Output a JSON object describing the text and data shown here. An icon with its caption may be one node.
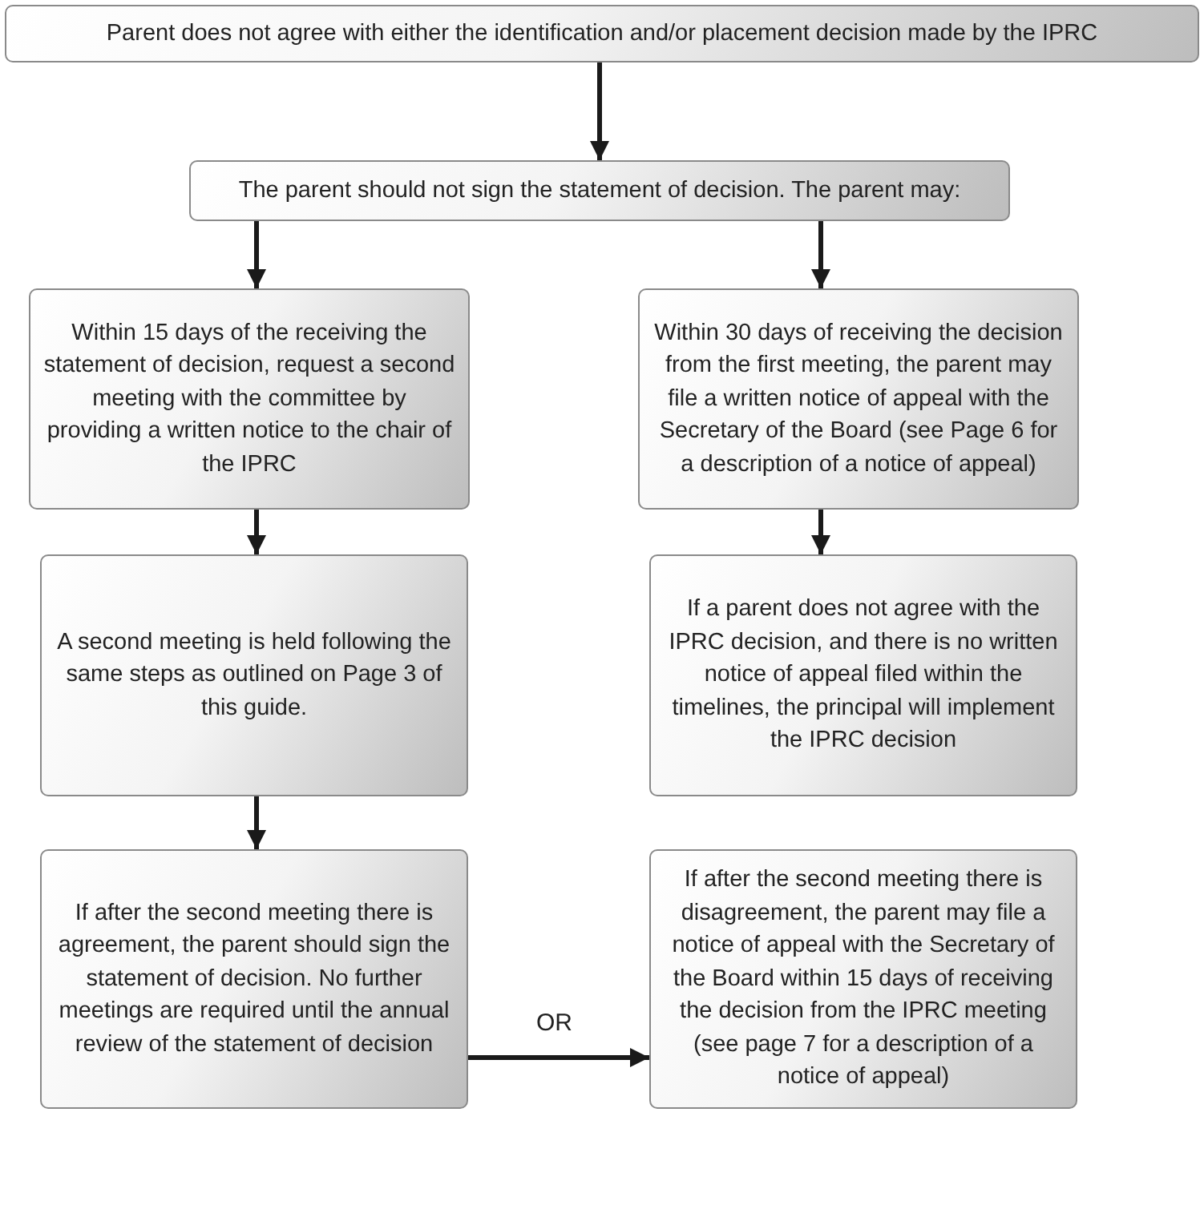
{
  "diagram": {
    "nodes": [
      {
        "text": [
          "Parent does not agree with either the identification and/or placement decision made by the IPRC"
        ]
      },
      {
        "text": [
          "The parent should not sign the statement of decision. The parent may:"
        ]
      },
      {
        "text": [
          "Within 15 days of the receiving the statement of decision, request a second meeting with the committee by providing a written notice to the chair of the IPRC"
        ]
      },
      {
        "text": [
          "Within 30 days of receiving the decision from the first meeting, the parent may file a written notice of appeal with the Secretary of the Board (see Page 6 for a description of a notice of appeal)"
        ]
      },
      {
        "text": [
          "A second meeting is held following the same steps as outlined on Page 3 of this guide."
        ]
      },
      {
        "text": [
          "If a parent does not agree with the IPRC decision, and there is no written notice of appeal filed within the timelines, the principal will implement the IPRC decision"
        ]
      },
      {
        "text": [
          "If after the second meeting there is agreement, the parent should sign the statement of decision. No further meetings are required until the annual review of the statement of decision"
        ]
      },
      {
        "text": [
          "If after the second meeting there is disagreement, the parent may file a notice of appeal with the Secretary of the Board within 15 days of receiving the decision from the IPRC meeting  (see page 7 for a description of a notice of appeal)"
        ]
      }
    ],
    "edges": [
      {
        "from": 0,
        "to": 1,
        "arrow": "to"
      },
      {
        "from": 1,
        "to": 2,
        "arrow": "to"
      },
      {
        "from": 1,
        "to": 3,
        "arrow": "to"
      },
      {
        "from": 2,
        "to": 4,
        "arrow": "to"
      },
      {
        "from": 3,
        "to": 5,
        "arrow": "to"
      },
      {
        "from": 4,
        "to": 6,
        "arrow": "to"
      },
      {
        "from": 6,
        "to": 7,
        "arrow": "to",
        "label": "OR"
      }
    ]
  }
}
